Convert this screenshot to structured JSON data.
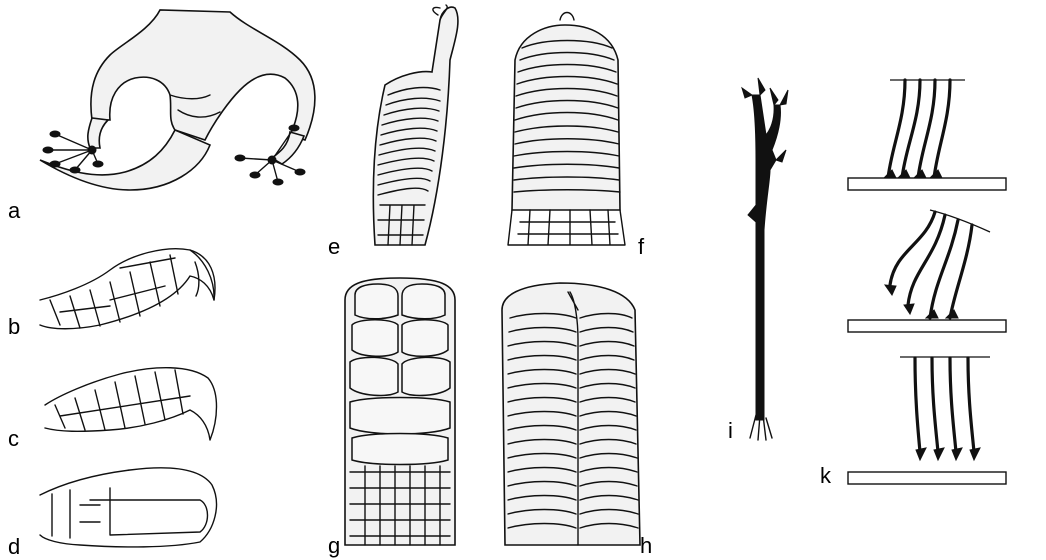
{
  "figure": {
    "panel_labels": {
      "a": "a",
      "b": "b",
      "c": "c",
      "d": "d",
      "e": "e",
      "f": "f",
      "g": "g",
      "h": "h",
      "i": "i",
      "k": "k"
    }
  },
  "colors": {
    "ink": "#111111",
    "background": "#ffffff",
    "stipple": "#f2f2f2"
  }
}
